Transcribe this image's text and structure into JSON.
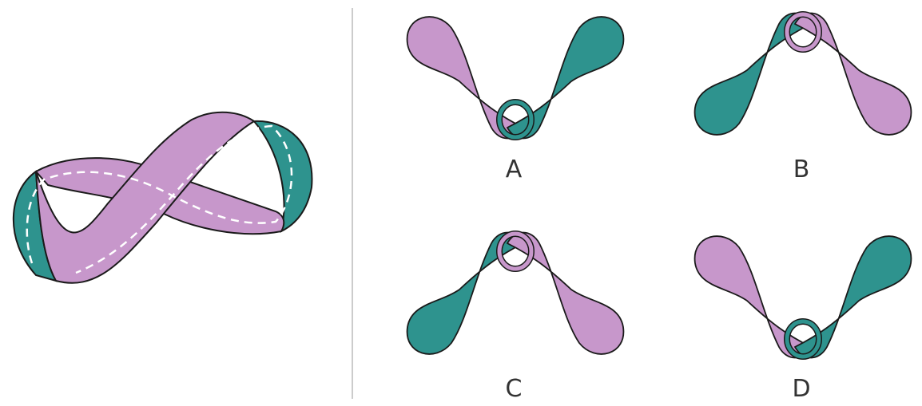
{
  "colors": {
    "front": "#c797cb",
    "back": "#2e938e",
    "outline": "#1a1a1a",
    "divider": "#cccccc",
    "dash": "#ffffff"
  },
  "options": [
    {
      "letter": "A",
      "top": "back",
      "crossing": "bottom"
    },
    {
      "letter": "B",
      "top": "front",
      "crossing": "top"
    },
    {
      "letter": "C",
      "top": "front",
      "crossing": "top"
    },
    {
      "letter": "D",
      "top": "back",
      "crossing": "bottom"
    }
  ]
}
